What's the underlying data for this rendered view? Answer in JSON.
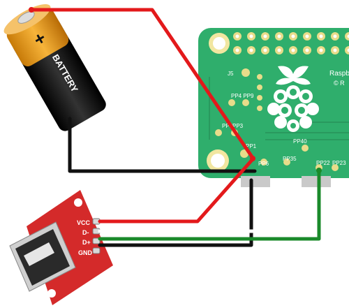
{
  "battery": {
    "label": "BATTERY",
    "plus": "+"
  },
  "pi_board": {
    "brand": "Raspb",
    "brand_sub": "© R",
    "labels": {
      "j5": "J5",
      "pp4_pp9": "PP4 PP9",
      "pp5": "PP5",
      "pp1": "PP1",
      "pp3": "PP3",
      "pp40": "PP40",
      "pp6": "PP6",
      "pp35": "PP35",
      "pp22": "PP22",
      "pp23": "PP23"
    }
  },
  "usb_breakout": {
    "pins": [
      "VCC",
      "D-",
      "D+",
      "GND"
    ]
  },
  "colors": {
    "wire_red": "#e3191b",
    "wire_black": "#111111",
    "wire_green": "#1a8a2a",
    "pcb_green": "#2eaa6a",
    "breakout_red": "#d42a2a",
    "battery_orange": "#f0a21c"
  }
}
